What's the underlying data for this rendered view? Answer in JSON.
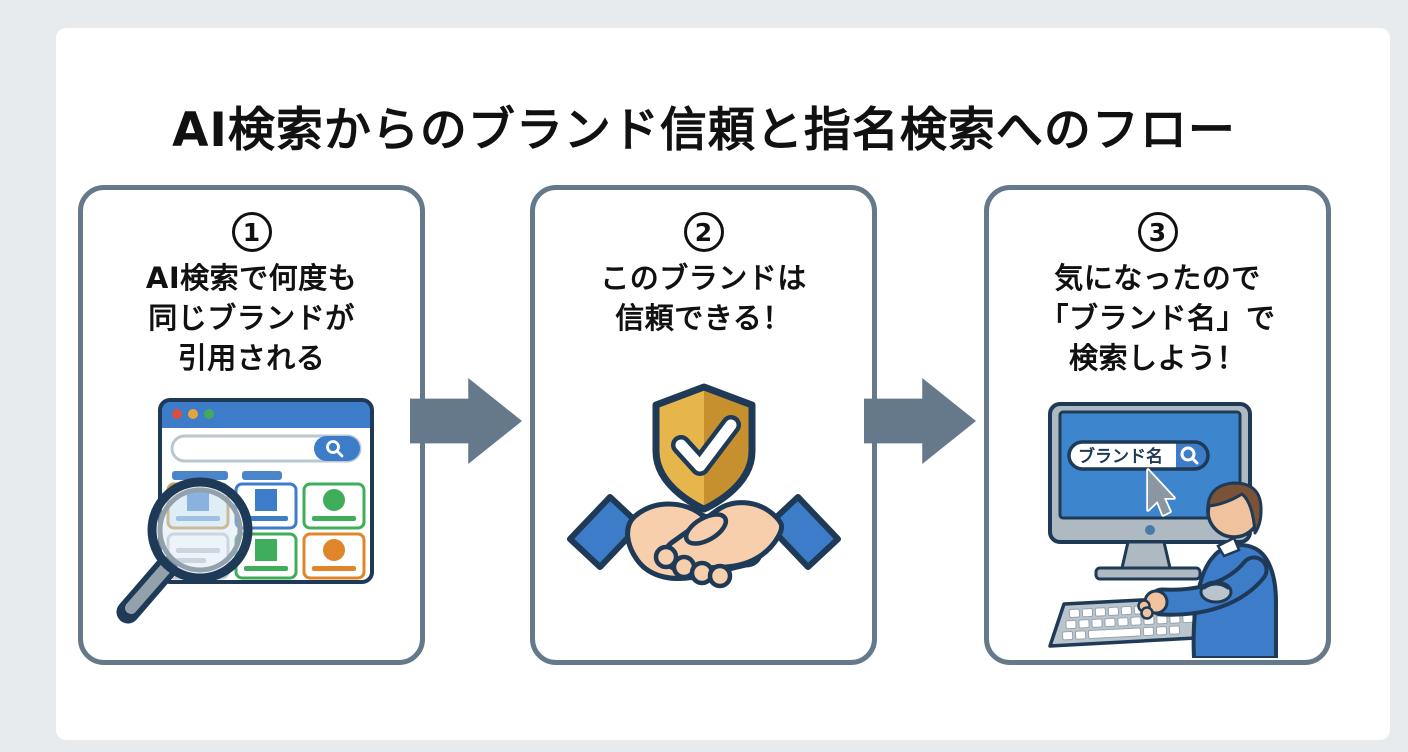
{
  "title": "AI検索からのブランド信頼と指名検索へのフロー",
  "steps": [
    {
      "number": "1",
      "lines": [
        "AI検索で何度も",
        "同じブランドが",
        "引用される"
      ],
      "illustration": "search-results-page-with-magnifier"
    },
    {
      "number": "2",
      "lines": [
        "このブランドは",
        "信頼できる！"
      ],
      "illustration": "trust-shield-over-handshake"
    },
    {
      "number": "3",
      "lines": [
        "気になったので",
        "「ブランド名」で",
        "検索しよう！"
      ],
      "illustration": "person-searching-brand-on-computer",
      "search_box_text": "ブランド名"
    }
  ],
  "colors": {
    "pageBackground": "#e7ebee",
    "canvas": "#ffffff",
    "panelBorder": "#66798b",
    "arrow": "#66798b",
    "titleText": "#111111",
    "blue": "#3d7cc9",
    "navy": "#1e3a56",
    "gold": "#e6b54b",
    "goldDark": "#c6902e",
    "skin": "#f7cfad",
    "green": "#3fae5a",
    "orange": "#e0862a",
    "red": "#d94f42",
    "monitorGrey": "#aeb9c2",
    "hairBrown": "#7a5236"
  }
}
